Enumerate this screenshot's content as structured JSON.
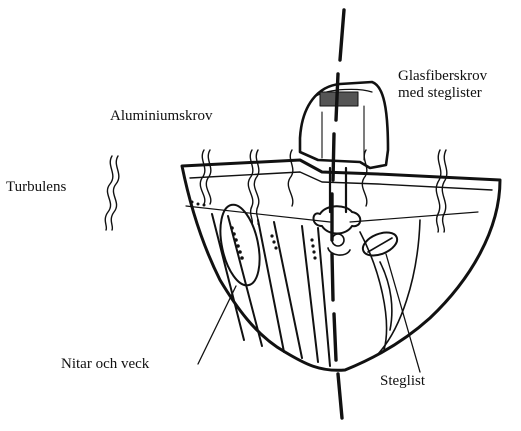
{
  "labels": {
    "glasfiber_line1": "Glasfiberskrov",
    "glasfiber_line2": "med steglister",
    "aluminium": "Aluminiumskrov",
    "turbulens": "Turbulens",
    "nitar": "Nitar och veck",
    "steglist": "Steglist"
  },
  "colors": {
    "ink": "#111111",
    "background": "#ffffff"
  }
}
